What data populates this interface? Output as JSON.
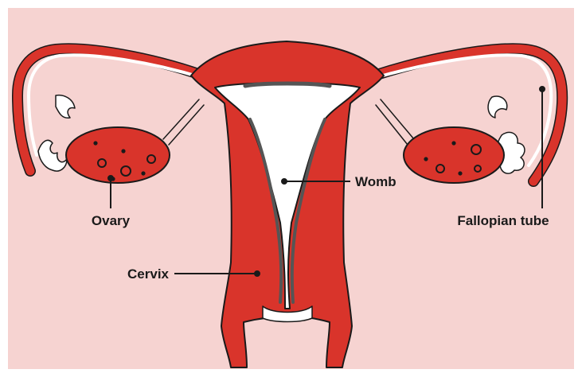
{
  "diagram": {
    "colors": {
      "background": "#f6d3d1",
      "tissue": "#d9342b",
      "outline": "#1a1a1a",
      "cavity": "#ffffff",
      "lining": "#555555"
    },
    "labels": {
      "womb": "Womb",
      "ovary": "Ovary",
      "fallopian_tube": "Fallopian tube",
      "cervix": "Cervix"
    }
  }
}
